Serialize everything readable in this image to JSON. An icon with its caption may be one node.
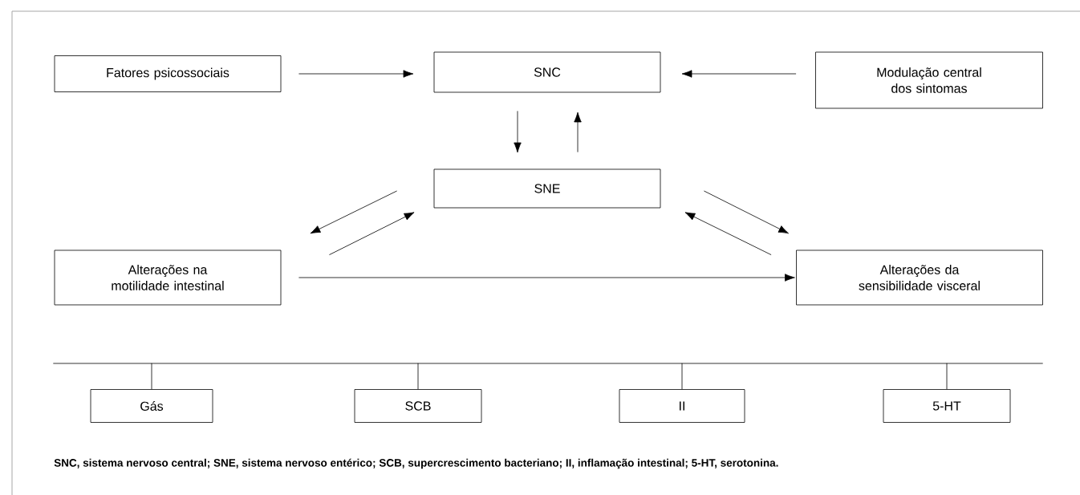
{
  "diagram": {
    "caption": "SNC, sistema nervoso central; SNE, sistema nervoso entérico; SCB, supercrescimento bacteriano; II, inflamação intestinal; 5-HT, serotonina.",
    "nodes": [
      {
        "text": [
          "Fatores psicossociais"
        ]
      },
      {
        "text": [
          "SNC"
        ]
      },
      {
        "text": [
          "Modulação central dos sintomas"
        ]
      },
      {
        "text": [
          "SNE"
        ]
      },
      {
        "text": [
          "Alterações na motilidade intestinal"
        ]
      },
      {
        "text": [
          "Alterações da sensibilidade visceral"
        ]
      },
      {
        "text": [],
        "shape": "bar"
      },
      {
        "text": [
          "Gás"
        ]
      },
      {
        "text": [
          "SCB"
        ]
      },
      {
        "text": [
          "II"
        ]
      },
      {
        "text": [
          "5-HT"
        ]
      }
    ],
    "edges": [
      {
        "from": 0,
        "to": 1,
        "arrow": "to"
      },
      {
        "from": 2,
        "to": 1,
        "arrow": "to"
      },
      {
        "from": 1,
        "to": 3,
        "arrow": "to"
      },
      {
        "from": 3,
        "to": 1,
        "arrow": "to"
      },
      {
        "from": 3,
        "to": 4,
        "arrow": "to"
      },
      {
        "from": 4,
        "to": 3,
        "arrow": "to"
      },
      {
        "from": 3,
        "to": 5,
        "arrow": "to"
      },
      {
        "from": 5,
        "to": 3,
        "arrow": "to"
      },
      {
        "from": 4,
        "to": 5,
        "arrow": "to"
      },
      {
        "from": 6,
        "to": 7,
        "arrow": "none"
      },
      {
        "from": 6,
        "to": 8,
        "arrow": "none"
      },
      {
        "from": 6,
        "to": 9,
        "arrow": "none"
      },
      {
        "from": 6,
        "to": 10,
        "arrow": "none"
      }
    ]
  }
}
